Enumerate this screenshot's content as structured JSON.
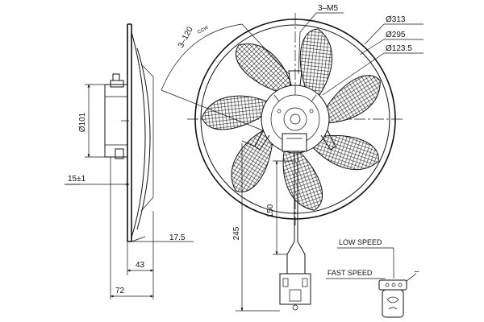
{
  "labels": {
    "screws": "3–M5",
    "dia_outer": "Ø313",
    "dia_ring": "Ø295",
    "dia_hub": "Ø123.5",
    "angle": "3–120",
    "rotation": "CCW",
    "motor_dia": "Ø101",
    "offset": "15±1",
    "depth_175": "17.5",
    "depth_43": "43",
    "depth_72": "72",
    "cable_245": "245",
    "cable_150": "150",
    "low_speed": "LOW SPEED",
    "fast_speed": "FAST SPEED",
    "minus": "–"
  }
}
